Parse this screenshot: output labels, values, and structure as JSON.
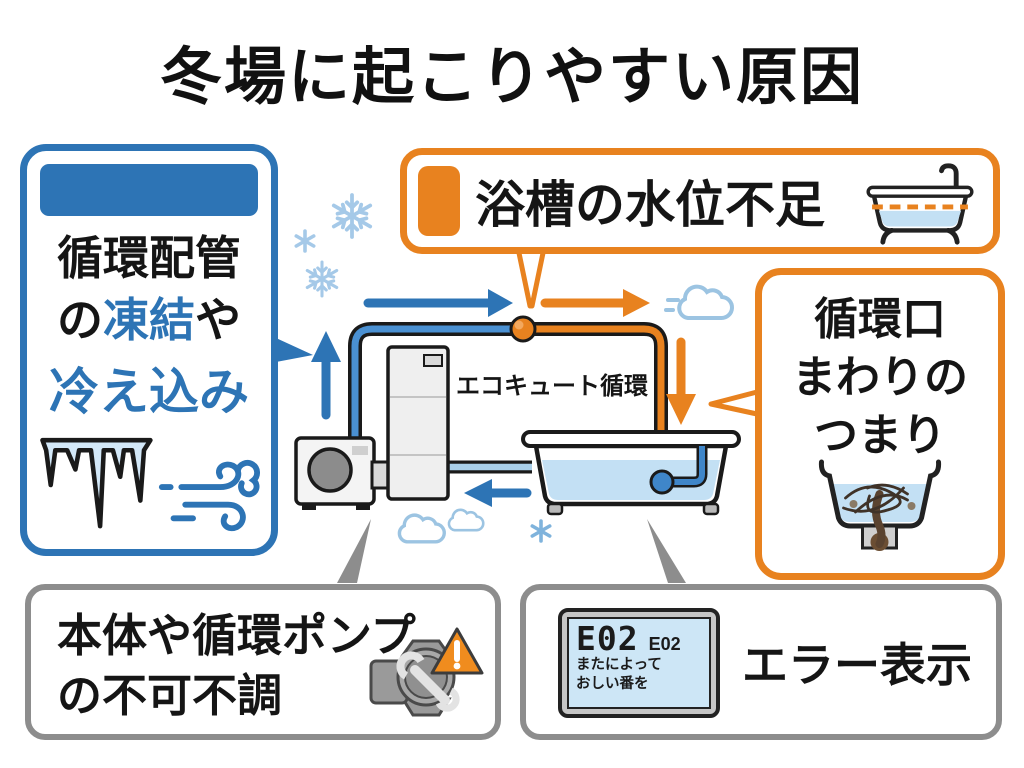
{
  "title": "冬場に起こりやすい原因",
  "palette": {
    "blue": "#2d74b5",
    "light_blue": "#a9cfe9",
    "orange": "#e8821f",
    "gray_border": "#8d8d8d",
    "water": "#c3e0f4",
    "warning_orange": "#f08c1e"
  },
  "diagram": {
    "system_label": "エコキュート循環"
  },
  "boxes": {
    "freeze": {
      "line1": "循環配管",
      "line2_pre": "の",
      "line2_highlight": "凍結",
      "line2_post": "や",
      "line3": "冷え込み",
      "icons": [
        "icicles-icon",
        "cold-wind-icon"
      ]
    },
    "water_level": {
      "label": "浴槽の水位不足",
      "icon": "bathtub-low-water-icon"
    },
    "clog": {
      "line1": "循環口",
      "line2": "まわりの",
      "line3": "つまり",
      "icon": "drain-clog-icon"
    },
    "pump_fault": {
      "line1": "本体や循環ポンプ",
      "line2": "の不可不調",
      "icon": "pump-warning-icon"
    },
    "error": {
      "label": "エラー表示",
      "display": {
        "code_main": "E02",
        "code_sub": "E02",
        "line1": "またによって",
        "line2": "おしい番を"
      }
    }
  }
}
